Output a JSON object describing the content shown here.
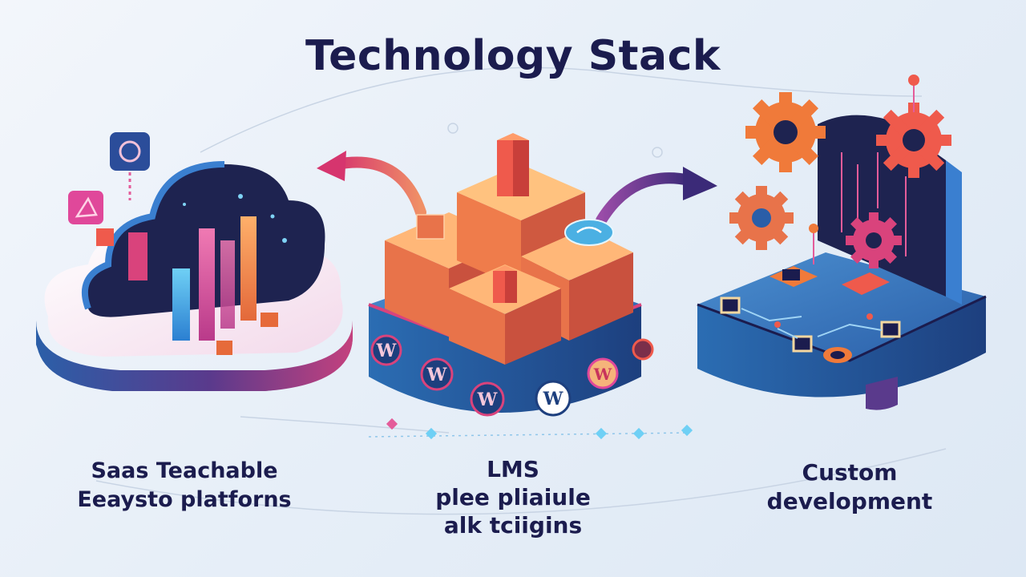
{
  "title": "Technology Stack",
  "columns": [
    {
      "lines": [
        "Saas Teachable",
        "Eeaysto platforns"
      ]
    },
    {
      "lines": [
        "LMS",
        "plee pliaiule",
        "alk tciigins"
      ]
    },
    {
      "lines": [
        "Custom",
        "development"
      ]
    }
  ],
  "badges": {
    "wordpress": "W"
  },
  "colors": {
    "navy": "#1b1c4e",
    "blue": "#2f74b5",
    "orange": "#f07a3a",
    "coral": "#ef5a4c",
    "pink": "#e0489a",
    "purple": "#6a3fa0"
  }
}
